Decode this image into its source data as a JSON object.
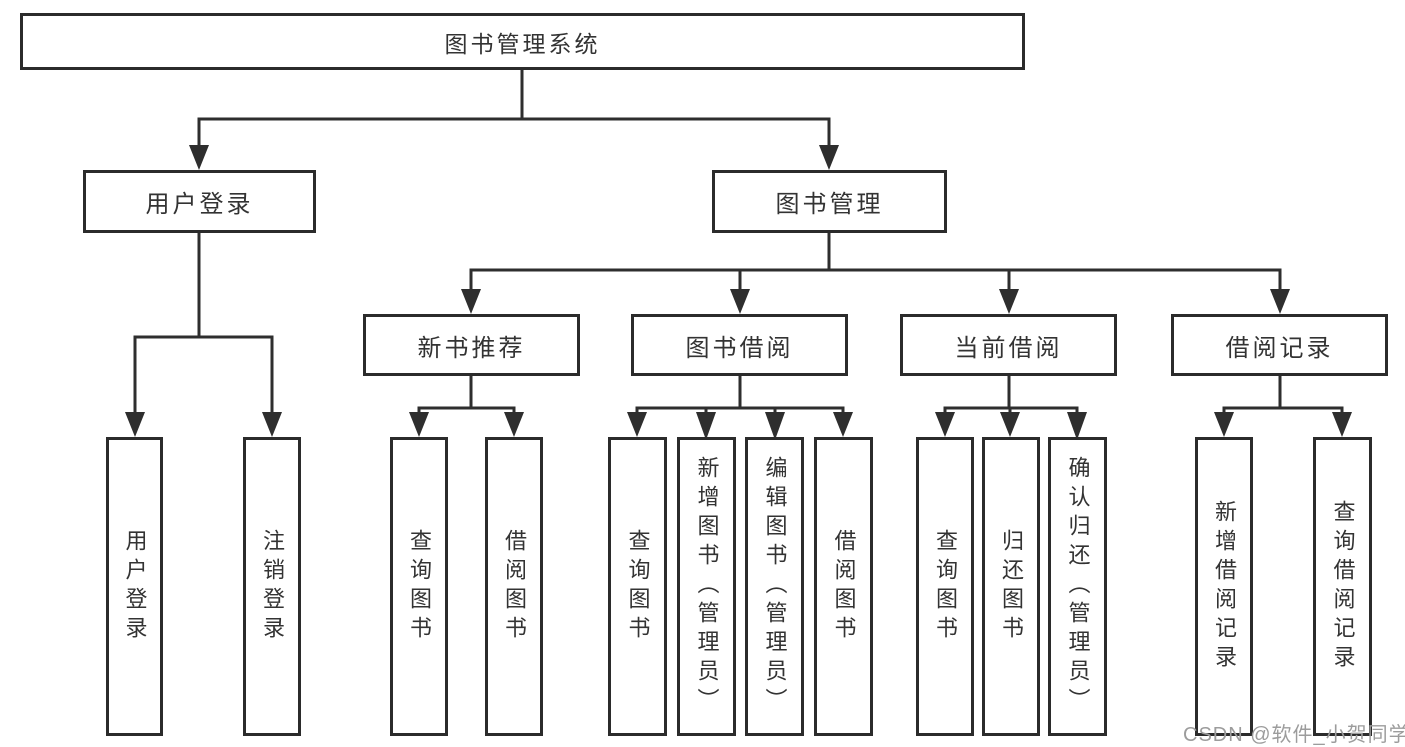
{
  "diagram_type": "hierarchy-tree",
  "colors": {
    "background": "#ffffff",
    "box_border": "#2b2b2b",
    "box_fill": "#ffffff",
    "text": "#333333",
    "connector": "#2e2e2e",
    "watermark": "#9c9c9c"
  },
  "watermark": "CSDN @软件_小贺同学",
  "nodes": {
    "root": "图书管理系统",
    "user_login": "用户登录",
    "book_mgmt": "图书管理",
    "new_books": "新书推荐",
    "book_borrow": "图书借阅",
    "current_borrow": "当前借阅",
    "borrow_records": "借阅记录",
    "ul_login": "用户登录",
    "ul_logout": "注销登录",
    "nb_query": "查询图书",
    "nb_borrow": "借阅图书",
    "bb_query": "查询图书",
    "bb_add": "新增图书（管理员）",
    "bb_edit": "编辑图书（管理员）",
    "bb_borrow": "借阅图书",
    "cb_query": "查询图书",
    "cb_return": "归还图书",
    "cb_confirm": "确认归还（管理员）",
    "br_add": "新增借阅记录",
    "br_query": "查询借阅记录"
  },
  "hierarchy": {
    "图书管理系统": {
      "用户登录": [
        "用户登录",
        "注销登录"
      ],
      "图书管理": {
        "新书推荐": [
          "查询图书",
          "借阅图书"
        ],
        "图书借阅": [
          "查询图书",
          "新增图书（管理员）",
          "编辑图书（管理员）",
          "借阅图书"
        ],
        "当前借阅": [
          "查询图书",
          "归还图书",
          "确认归还（管理员）"
        ],
        "借阅记录": [
          "新增借阅记录",
          "查询借阅记录"
        ]
      }
    }
  }
}
